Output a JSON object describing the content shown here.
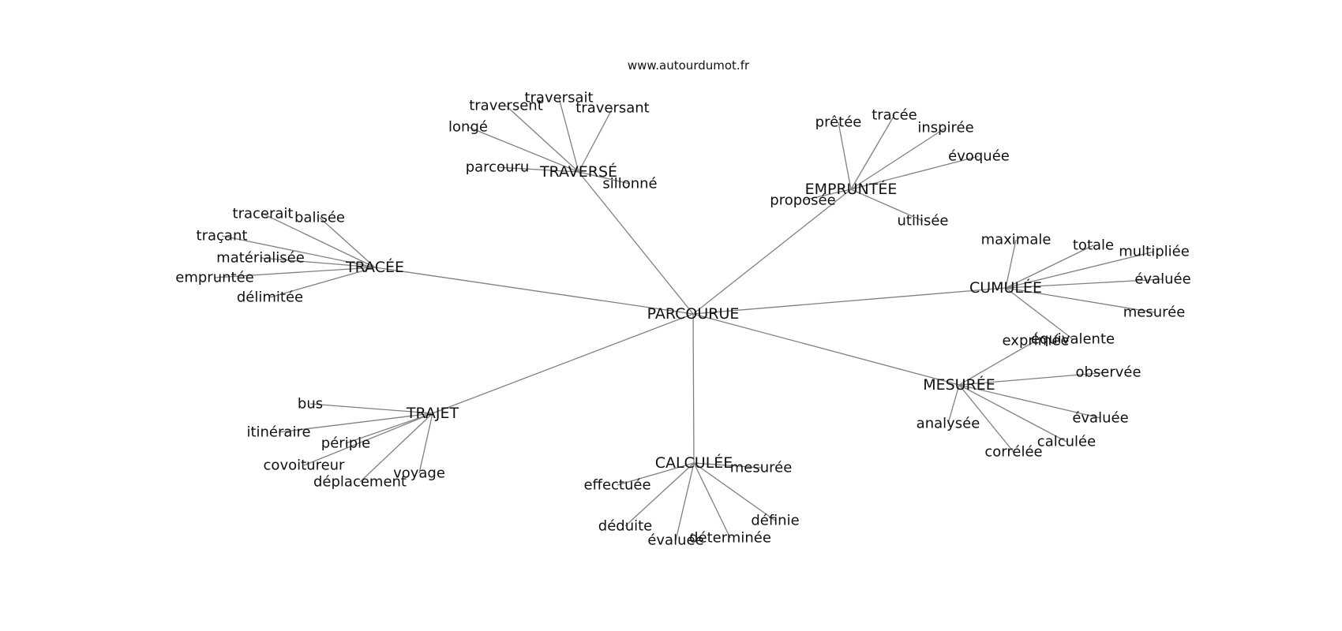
{
  "source": "www.autourdumot.fr",
  "center": "PARCOURUE",
  "groups": [
    {
      "hub": "TRAVERSÉ",
      "leaves": [
        "traversait",
        "traversent",
        "traversant",
        "longé",
        "parcouru",
        "sillonné"
      ]
    },
    {
      "hub": "EMPRUNTÉE",
      "leaves": [
        "prêtée",
        "tracée",
        "inspirée",
        "évoquée",
        "proposée",
        "utilisée"
      ]
    },
    {
      "hub": "TRACÉE",
      "leaves": [
        "tracerait",
        "balisée",
        "traçant",
        "matérialisée",
        "empruntée",
        "délimitée"
      ]
    },
    {
      "hub": "CUMULÉE",
      "leaves": [
        "maximale",
        "totale",
        "multipliée",
        "évaluée",
        "mesurée",
        "équivalente"
      ]
    },
    {
      "hub": "MESURÉE",
      "leaves": [
        "exprimée",
        "observée",
        "évaluée",
        "calculée",
        "corrélée",
        "analysée"
      ]
    },
    {
      "hub": "TRAJET",
      "leaves": [
        "bus",
        "itinéraire",
        "périple",
        "covoitureur",
        "déplacement",
        "voyage"
      ]
    },
    {
      "hub": "CALCULÉE",
      "leaves": [
        "mesurée",
        "effectuée",
        "déduite",
        "évaluée",
        "déterminée",
        "définie"
      ]
    }
  ]
}
